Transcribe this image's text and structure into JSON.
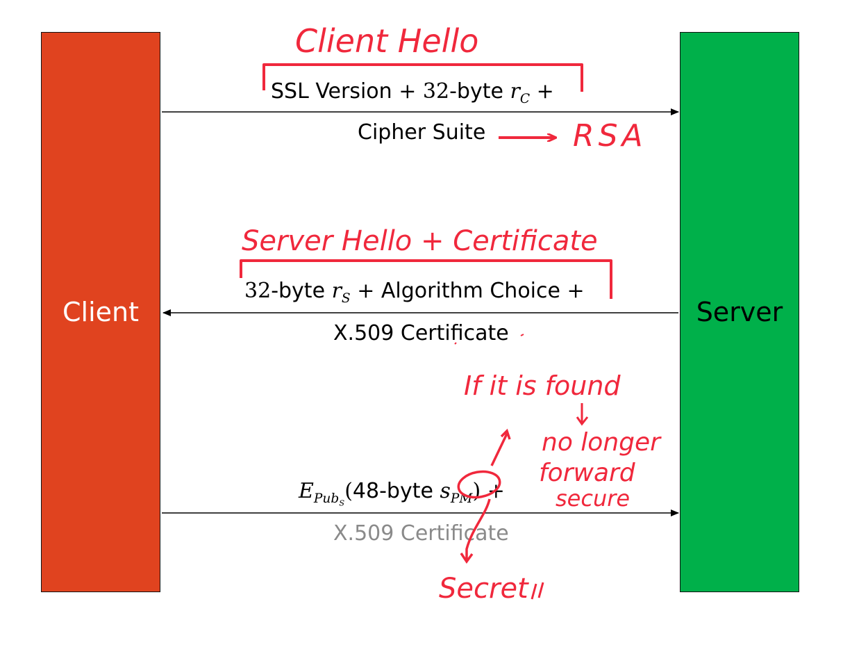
{
  "actors": {
    "client": "Client",
    "server": "Server"
  },
  "messages": {
    "m1": {
      "line1_pre": "SSL Version ",
      "plus1": "+",
      "num32": "32",
      "byte_word": "-byte ",
      "r_c_base": "r",
      "r_c_sub": "C",
      "plus2": "+",
      "line2": "Cipher Suite"
    },
    "m2": {
      "num32": "32",
      "byte_word": "-byte ",
      "r_s_base": "r",
      "r_s_sub": "S",
      "plus1": "+",
      "mid": " Algorithm Choice ",
      "plus2": "+",
      "line2": "X.509 Certificate"
    },
    "m3": {
      "e_base": "E",
      "e_sub": "Pub",
      "e_subsub": "S",
      "open": "(",
      "mid": "48-byte ",
      "s_base": "s",
      "s_sub": "PM",
      "close": ")",
      "plus": "+",
      "line2": "X.509 Certificate"
    }
  },
  "annotations": {
    "client_hello": "Client Hello",
    "rsa": "RSA",
    "server_hello": "Server Hello + Certificate",
    "if_found": "If it is found",
    "no_longer": "no longer",
    "forward": "forward",
    "secure": "secure",
    "secret": "Secret"
  },
  "colors": {
    "client_box": "#e0431f",
    "server_box": "#00b04a",
    "ink": "#f0283c"
  }
}
